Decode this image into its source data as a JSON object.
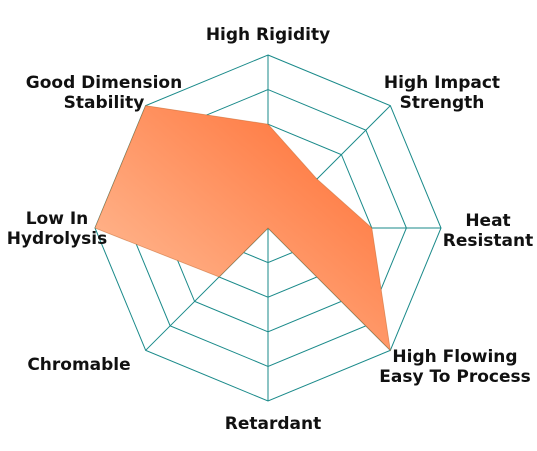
{
  "chart_data": {
    "type": "radar",
    "title": "",
    "axes": [
      {
        "lines": [
          "High Rigidity"
        ]
      },
      {
        "lines": [
          "High Impact",
          "Strength"
        ]
      },
      {
        "lines": [
          "Heat",
          "Resistant"
        ]
      },
      {
        "lines": [
          "High Flowing",
          "Easy To Process"
        ]
      },
      {
        "lines": [
          "Retardant"
        ]
      },
      {
        "lines": [
          "Chromable"
        ]
      },
      {
        "lines": [
          "Low In",
          "Hydrolysis"
        ]
      },
      {
        "lines": [
          "Good Dimension",
          "Stability"
        ]
      }
    ],
    "rlim": [
      0,
      5
    ],
    "rings": 5,
    "grid": true,
    "series": [
      {
        "values": [
          3,
          2,
          3,
          5,
          0,
          2,
          5,
          5
        ]
      }
    ],
    "colors": {
      "grid": "#1a8a8a",
      "fill_light": "#ffc6a2",
      "fill_dark": "#ff6a2e"
    }
  }
}
